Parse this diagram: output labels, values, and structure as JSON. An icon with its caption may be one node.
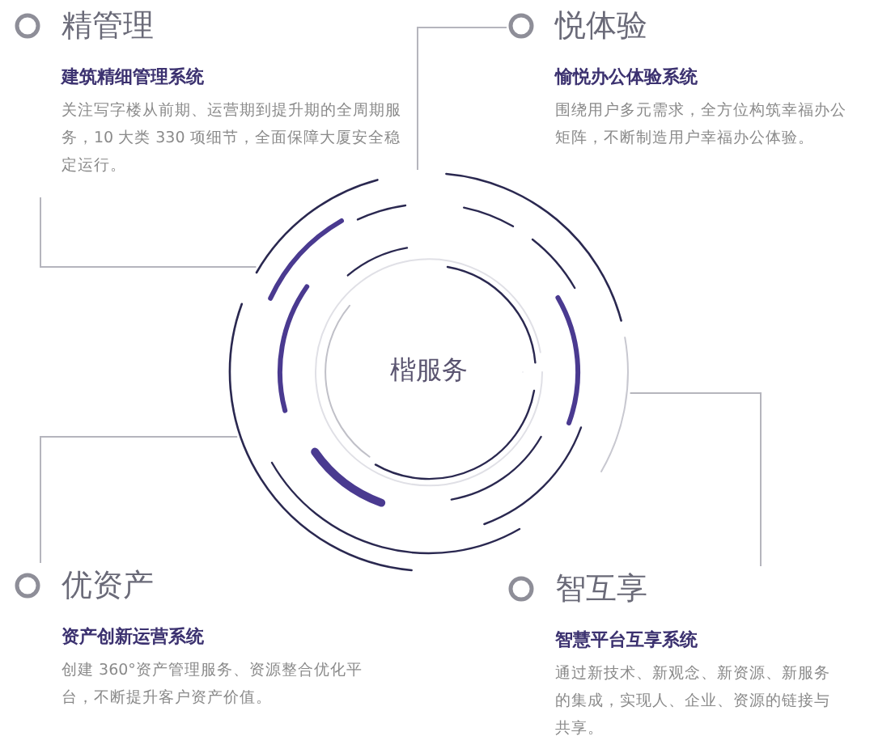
{
  "diagram": {
    "nodes": [
      {
        "text": [
          "精管理",
          "建筑精细管理系统",
          "关注写字楼从前期、运营期到提升期的全周期服务，10 大类 330 项细节，全面保障大厦安全稳定运行。"
        ]
      },
      {
        "text": [
          "悦体验",
          "愉悦办公体验系统",
          "围绕用户多元需求，全方位构筑幸福办公矩阵，不断制造用户幸福办公体验。"
        ]
      },
      {
        "text": [
          "楷服务"
        ]
      },
      {
        "text": [
          "优资产",
          "资产创新运营系统",
          "创建 360°资产管理服务、资源整合优化平台，不断提升客户资产价值。"
        ]
      },
      {
        "text": [
          "智互享",
          "智慧平台互享系统",
          "通过新技术、新观念、新资源、新服务的集成，实现人、企业、资源的链接与共享。"
        ]
      }
    ],
    "edges": [
      {
        "from": 0,
        "to": 2,
        "arrow": "none"
      },
      {
        "from": 1,
        "to": 2,
        "arrow": "none"
      },
      {
        "from": 3,
        "to": 2,
        "arrow": "none"
      },
      {
        "from": 4,
        "to": 2,
        "arrow": "none"
      }
    ]
  }
}
